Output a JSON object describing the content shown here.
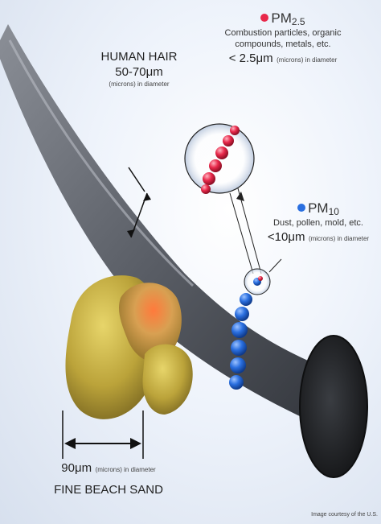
{
  "colors": {
    "pm25": "#e8284a",
    "pm10": "#2a6fe0",
    "hair": "#4c5059",
    "sand": "#c8b23a"
  },
  "hair": {
    "title": "HUMAN HAIR",
    "size": "50-70μm",
    "note": "(microns) in diameter"
  },
  "pm25": {
    "label": "PM",
    "subscript": "2.5",
    "description_line1": "Combustion particles, organic",
    "description_line2": "compounds, metals, etc.",
    "size": "< 2.5μm",
    "size_note": "(microns) in diameter"
  },
  "pm10": {
    "label": "PM",
    "subscript": "10",
    "description": "Dust, pollen, mold, etc.",
    "size": "<10μm",
    "size_note": "(microns) in diameter"
  },
  "sand": {
    "size": "90μm",
    "size_note": "(microns) in diameter",
    "title": "FINE BEACH SAND"
  },
  "credit": "Image courtesy of the U.S."
}
